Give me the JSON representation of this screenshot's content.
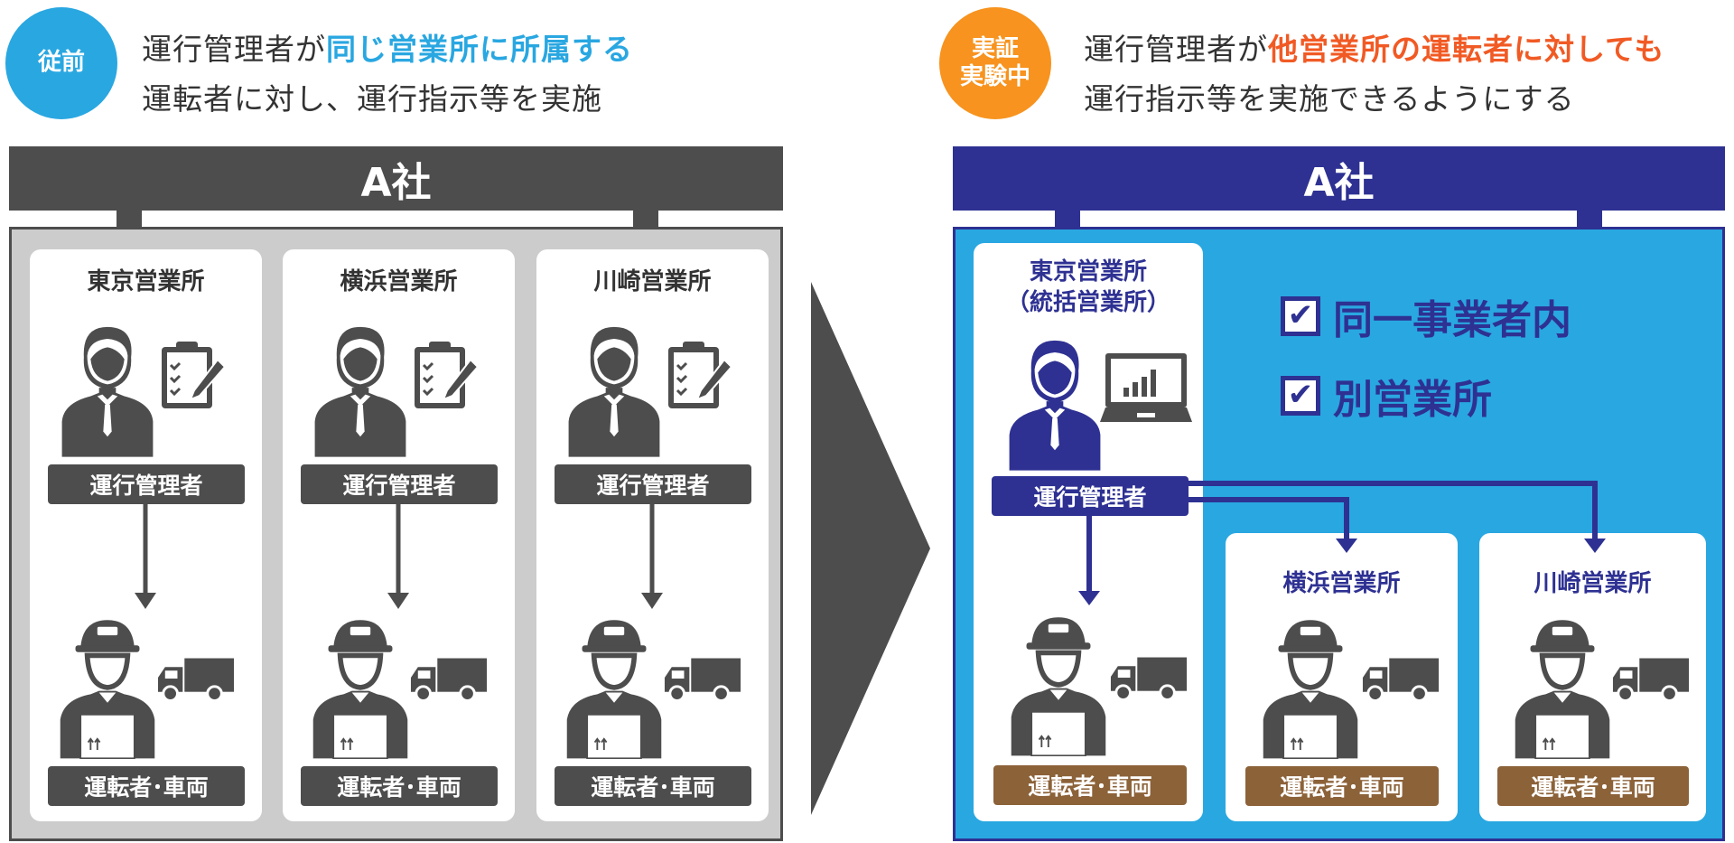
{
  "before": {
    "badge": "従前",
    "line1_prefix": "運行管理者が",
    "line1_highlight": "同じ営業所に所属する",
    "line2": "運転者に対し、運行指示等を実施",
    "company": "A社",
    "offices": [
      {
        "name": "東京営業所",
        "manager": "運行管理者",
        "driver": "運転者･車両"
      },
      {
        "name": "横浜営業所",
        "manager": "運行管理者",
        "driver": "運転者･車両"
      },
      {
        "name": "川崎営業所",
        "manager": "運行管理者",
        "driver": "運転者･車両"
      }
    ]
  },
  "after": {
    "badge_line1": "実証",
    "badge_line2": "実験中",
    "line1_prefix": "運行管理者が",
    "line1_highlight": "他営業所の運転者に対しても",
    "line2": "運行指示等を実施できるようにする",
    "company": "A社",
    "main_office_line1": "東京営業所",
    "main_office_line2": "（統括営業所）",
    "manager": "運行管理者",
    "checks": [
      "同一事業者内",
      "別営業所"
    ],
    "offices": [
      {
        "name": "東京営業所",
        "driver": "運転者･車両"
      },
      {
        "name": "横浜営業所",
        "driver": "運転者･車両"
      },
      {
        "name": "川崎営業所",
        "driver": "運転者･車両"
      }
    ]
  },
  "colors": {
    "gray": "#4d4d4d",
    "navy": "#2e3192",
    "sky": "#29a7e1",
    "orange": "#f7931e",
    "brown": "#8c6239"
  }
}
